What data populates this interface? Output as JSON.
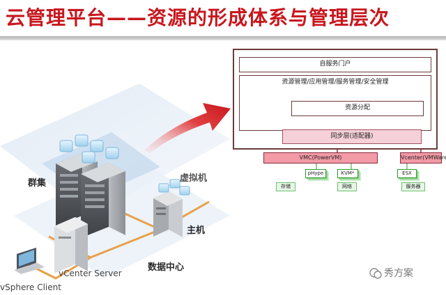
{
  "title": "云管理平台——资源的形成体系与管理层次",
  "left_diagram": {
    "labels": {
      "cluster": "群集",
      "virtual_machine": "虚拟机",
      "host": "主机",
      "datacenter": "数据中心",
      "vcenter_server": "vCenter Server",
      "vsphere_client": "vSphere Client"
    }
  },
  "architecture": {
    "self_service_portal": "自服务门户",
    "management_row": "资源管理/应用管理/服务管理/安全管理",
    "resource_allocation": "资源分配",
    "sync_layer": "同步层(适配器)",
    "adapters": [
      "VMC(PowerVM)",
      "Vcenter(VMWare)"
    ],
    "hypervisors": [
      "pHype",
      "KVM*",
      "ESX"
    ],
    "resource_types": [
      "存储",
      "网络",
      "服务器"
    ]
  },
  "watermark": "秀方案",
  "colors": {
    "title_red": "#c8161d",
    "panel_border": "#6b3b3b",
    "sync_pink": "#f6d0d8",
    "adapter_pink": "#f29aa6",
    "chip_green": "#2f9b2f",
    "arrow_red": "#c8161d"
  }
}
